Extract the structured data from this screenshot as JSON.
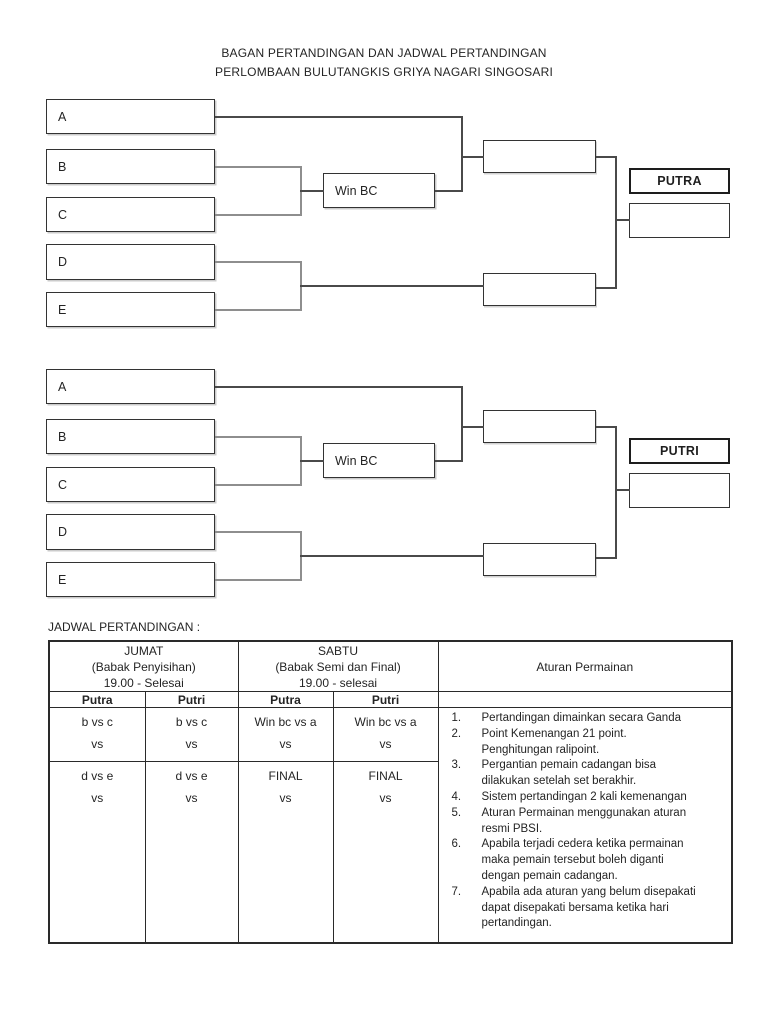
{
  "page": {
    "title_line1": "BAGAN PERTANDINGAN DAN JADWAL PERTANDINGAN",
    "title_line2": "PERLOMBAAN BULUTANGKIS GRIYA NAGARI SINGOSARI"
  },
  "brackets": [
    {
      "category": "PUTRA",
      "entries": [
        "A",
        "B",
        "C",
        "D",
        "E"
      ],
      "winbc_label": "Win BC"
    },
    {
      "category": "PUTRI",
      "entries": [
        "A",
        "B",
        "C",
        "D",
        "E"
      ],
      "winbc_label": "Win BC"
    }
  ],
  "schedule": {
    "heading": "JADWAL PERTANDINGAN :",
    "jumat_header": "JUMAT\n(Babak Penyisihan)\n19.00 - Selesai",
    "sabtu_header": "SABTU\n(Babak Semi dan Final)\n19.00 - selesai",
    "rules_header": "Aturan Permainan",
    "subheaders": [
      "Putra",
      "Putri",
      "Putra",
      "Putri"
    ],
    "row1": [
      "b vs c\nvs",
      "b vs c\nvs",
      "Win bc vs a\nvs",
      "Win bc vs a\nvs"
    ],
    "row2": [
      "d vs e\nvs",
      "d vs e\nvs",
      "FINAL\nvs",
      "FINAL\nvs"
    ],
    "rules": [
      {
        "num": "1.",
        "text": "Pertandingan dimainkan secara Ganda"
      },
      {
        "num": "2.",
        "text": "Point Kemenangan 21 point.\nPenghitungan ralipoint."
      },
      {
        "num": "3.",
        "text": "Pergantian pemain cadangan bisa\ndilakukan setelah set berakhir."
      },
      {
        "num": "4.",
        "text": "Sistem pertandingan 2 kali kemenangan"
      },
      {
        "num": "5.",
        "text": "Aturan Permainan menggunakan aturan\nresmi PBSI."
      },
      {
        "num": "6.",
        "text": "Apabila terjadi cedera ketika permainan\nmaka pemain tersebut boleh diganti\ndengan pemain cadangan."
      },
      {
        "num": "7.",
        "text": "Apabila ada aturan yang belum disepakati\ndapat disepakati bersama ketika hari\npertandingan."
      }
    ]
  },
  "colors": {
    "ink": "#1f1f1f",
    "line_dark": "#4a4a4a",
    "line_light": "#8e8e8e",
    "paper": "#ffffff"
  }
}
